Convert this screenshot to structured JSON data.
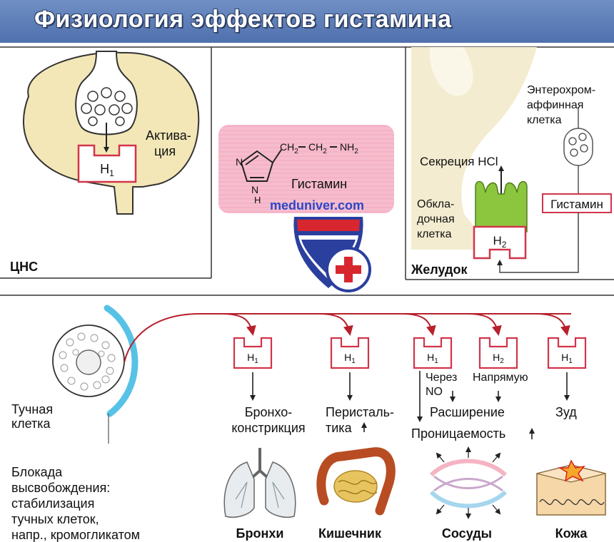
{
  "title": "Физиология эффектов гистамина",
  "cns": {
    "label": "ЦНС",
    "receptor": "H",
    "receptor_sub": "1",
    "activation_1": "Актива-",
    "activation_2": "ция"
  },
  "histamine": {
    "chain_1": "CH",
    "chain_2": "CH",
    "chain_3": "NH",
    "sub_2": "2",
    "ring_n": "N",
    "ring_nh": "N",
    "ring_h": "H",
    "name": "Гистамин",
    "watermark": "meduniver.com"
  },
  "stomach": {
    "label": "Желудок",
    "ec_1": "Энтерохром-",
    "ec_2": "аффинная",
    "ec_3": "клетка",
    "secretion": "Секреция HCl",
    "parietal_1": "Обкла-",
    "parietal_2": "дочная",
    "parietal_3": "клетка",
    "receptor": "H",
    "receptor_sub": "2",
    "histamine_box": "Гистамин"
  },
  "mast": {
    "label_1": "Тучная",
    "label_2": "клетка",
    "block_1": "Блокада",
    "block_2": "высвобождения:",
    "block_3": "стабилизация",
    "block_4": "тучных клеток,",
    "block_5": "напр., кромогликатом"
  },
  "effects": {
    "receptors": [
      {
        "label": "H",
        "sub": "1"
      },
      {
        "label": "H",
        "sub": "1"
      },
      {
        "label": "H",
        "sub": "1"
      },
      {
        "label": "H",
        "sub": "2"
      },
      {
        "label": "H",
        "sub": "1"
      }
    ],
    "broncho_1": "Бронхо-",
    "broncho_2": "констрикция",
    "peristalsis_1": "Перисталь-",
    "peristalsis_2": "тика",
    "via_no_1": "Через",
    "via_no_2": "NO",
    "direct": "Напрямую",
    "dilation": "Расширение",
    "itch": "Зуд",
    "permeability": "Проницаемость"
  },
  "organs": {
    "bronchi": "Бронхи",
    "intestine": "Кишечник",
    "vessels": "Сосуды",
    "skin": "Кожа"
  },
  "colors": {
    "title_bg": "#5a7bb8",
    "receptor_red": "#d2344a",
    "arrow_red": "#b8202c",
    "brain_fill": "#f3e7b7",
    "histamine_bg": "#f4b6c8",
    "mast_membrane": "#58c2e6",
    "parietal_green": "#8cc63f"
  }
}
